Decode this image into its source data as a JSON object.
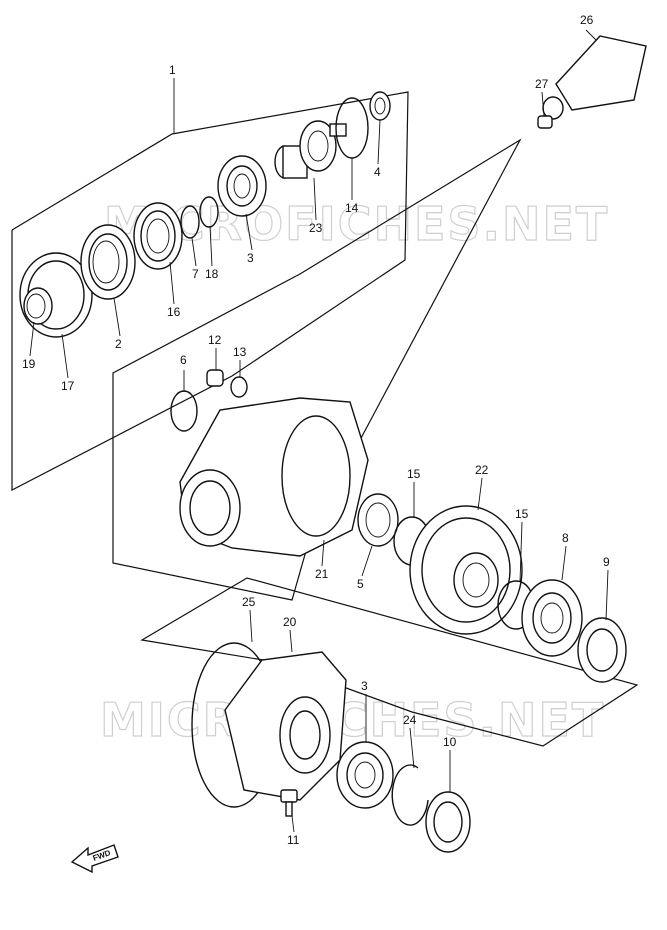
{
  "watermarks": [
    "MICROFICHES.NET",
    "MICROFICHES.NET"
  ],
  "direction_label": "FWD",
  "callouts": [
    "1",
    "2",
    "3",
    "4",
    "5",
    "6",
    "7",
    "8",
    "9",
    "10",
    "11",
    "12",
    "13",
    "14",
    "15",
    "16",
    "17",
    "18",
    "19",
    "20",
    "21",
    "22",
    "23",
    "24",
    "25",
    "26",
    "27",
    "15",
    "3"
  ]
}
